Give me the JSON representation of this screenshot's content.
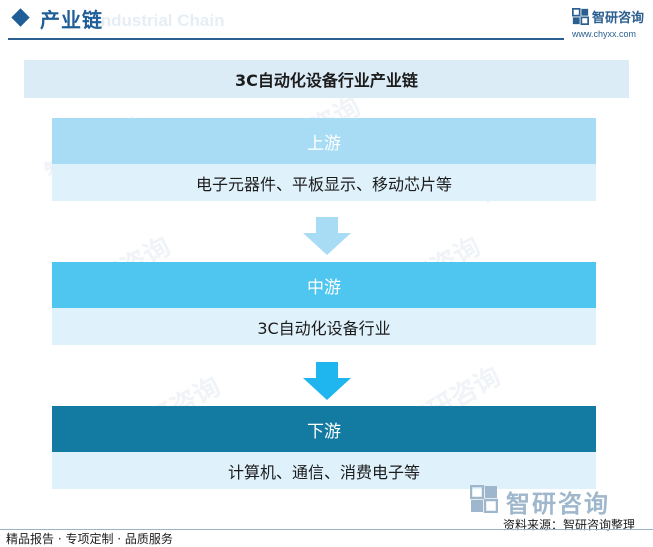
{
  "header": {
    "title": "产业链",
    "subtitle_en": "Industrial Chain",
    "brand_name": "智研咨询",
    "brand_url": "www.chyxx.com"
  },
  "diagram": {
    "title": "3C自动化设备行业产业链",
    "stages": [
      {
        "label": "上游",
        "content": "电子元器件、平板显示、移动芯片等",
        "color": "#a8dcf5"
      },
      {
        "label": "中游",
        "content": "3C自动化设备行业",
        "color": "#4fc6f0"
      },
      {
        "label": "下游",
        "content": "计算机、通信、消费电子等",
        "color": "#137aa2"
      }
    ],
    "arrow_colors": [
      "#a8dcf5",
      "#1fb6f0"
    ]
  },
  "footer": {
    "logo_text": "智研咨询",
    "source": "资料来源：智研咨询整理",
    "services": "精品报告 · 专项定制 · 品质服务"
  },
  "icons": [
    "diamond-bullet-icon",
    "brand-logo-icon",
    "down-arrow-icon"
  ]
}
